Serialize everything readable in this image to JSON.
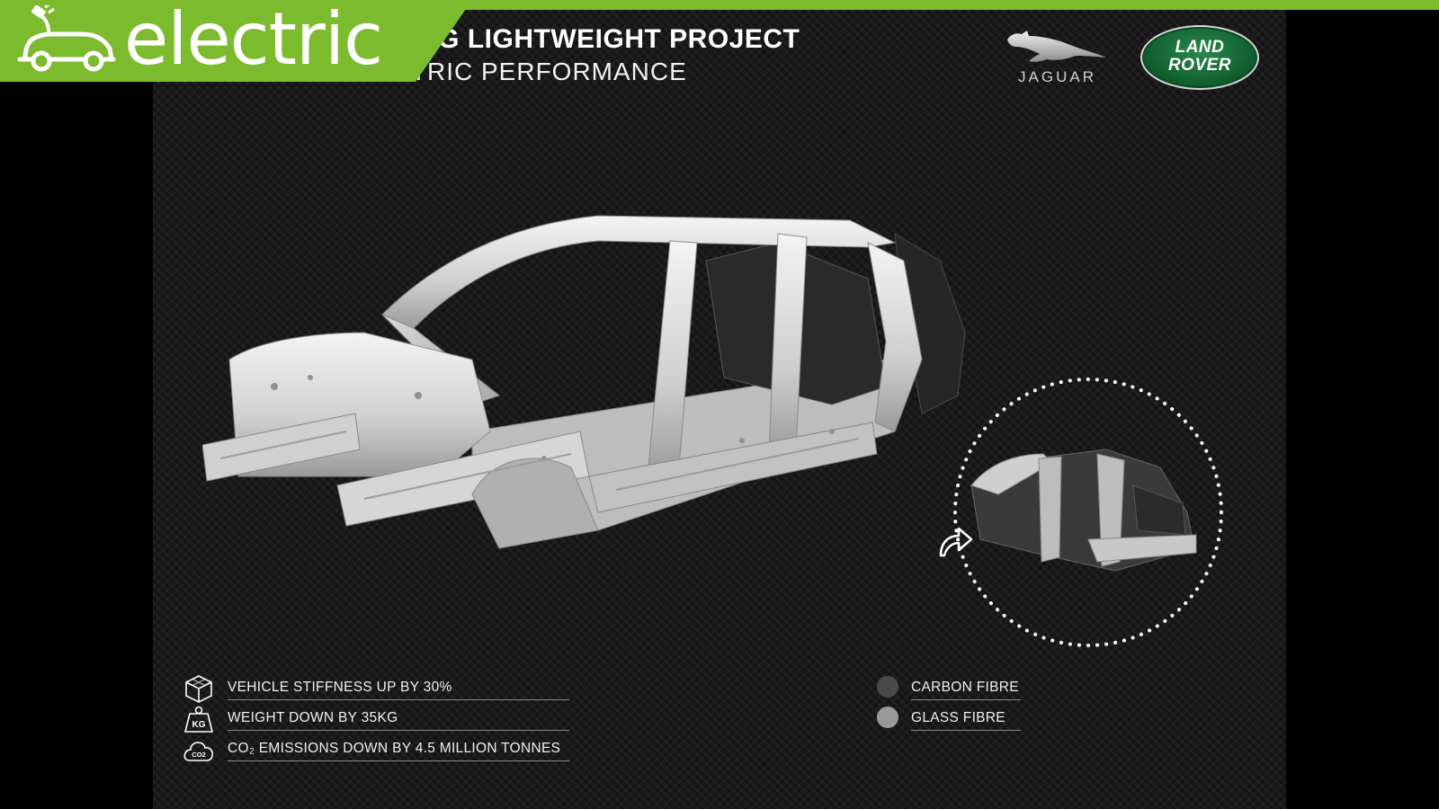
{
  "brand": {
    "name": "electric",
    "icon": "plug-car-icon"
  },
  "headline": {
    "line1": "NG LIGHTWEIGHT PROJECT",
    "line2": "TO DELIVER ELECTRIC PERFORMANCE"
  },
  "logos": {
    "jaguar": {
      "word": "JAGUAR",
      "icon": "leaping-jaguar-icon"
    },
    "land_rover": {
      "line1": "LAND",
      "line2": "ROVER",
      "color": "#0f5a2b"
    }
  },
  "features": [
    {
      "icon": "cube-icon",
      "text": "VEHICLE STIFFNESS UP BY 30%"
    },
    {
      "icon": "weight-kg-icon",
      "icon_label": "KG",
      "text": "WEIGHT DOWN BY 35KG"
    },
    {
      "icon": "co2-cloud-icon",
      "icon_label": "CO2",
      "text": "CO₂ EMISSIONS DOWN BY 4.5 MILLION TONNES"
    }
  ],
  "legend": [
    {
      "label": "CARBON FIBRE",
      "color": "#4a4a4a"
    },
    {
      "label": "GLASS FIBRE",
      "color": "#9a9a9a"
    }
  ],
  "colors": {
    "accent": "#7dbb2e",
    "background": "#141414"
  }
}
